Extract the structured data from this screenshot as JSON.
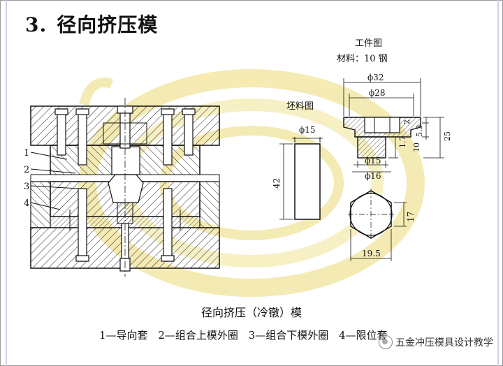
{
  "slide": {
    "number": "3.",
    "title": "径向挤压模"
  },
  "part_drawing": {
    "title": "工件图",
    "material": "材料：10 钢",
    "dims": {
      "d32": "ϕ32",
      "d28": "ϕ28",
      "d15": "ϕ15",
      "d16": "ϕ16",
      "h2": "2",
      "h53": "5.3",
      "h25": "25",
      "h17": "1.7",
      "h10": "10"
    }
  },
  "blank_drawing": {
    "title": "坯料图",
    "d15": "ϕ15",
    "h42": "42"
  },
  "section_view": {
    "w195": "19.5",
    "h17": "17"
  },
  "die_callouts": [
    "1",
    "2",
    "3",
    "4"
  ],
  "caption": "径向挤压（冷镦）模",
  "legend": [
    "1—导向套",
    "2—组合上模外圈",
    "3—组合下模外圈",
    "4—限位套"
  ],
  "watermark": "五金冲压模具设计教学",
  "colors": {
    "watermark_yellow": "#f3e7a6",
    "line": "#111111",
    "frame": "#9a9a9a"
  }
}
